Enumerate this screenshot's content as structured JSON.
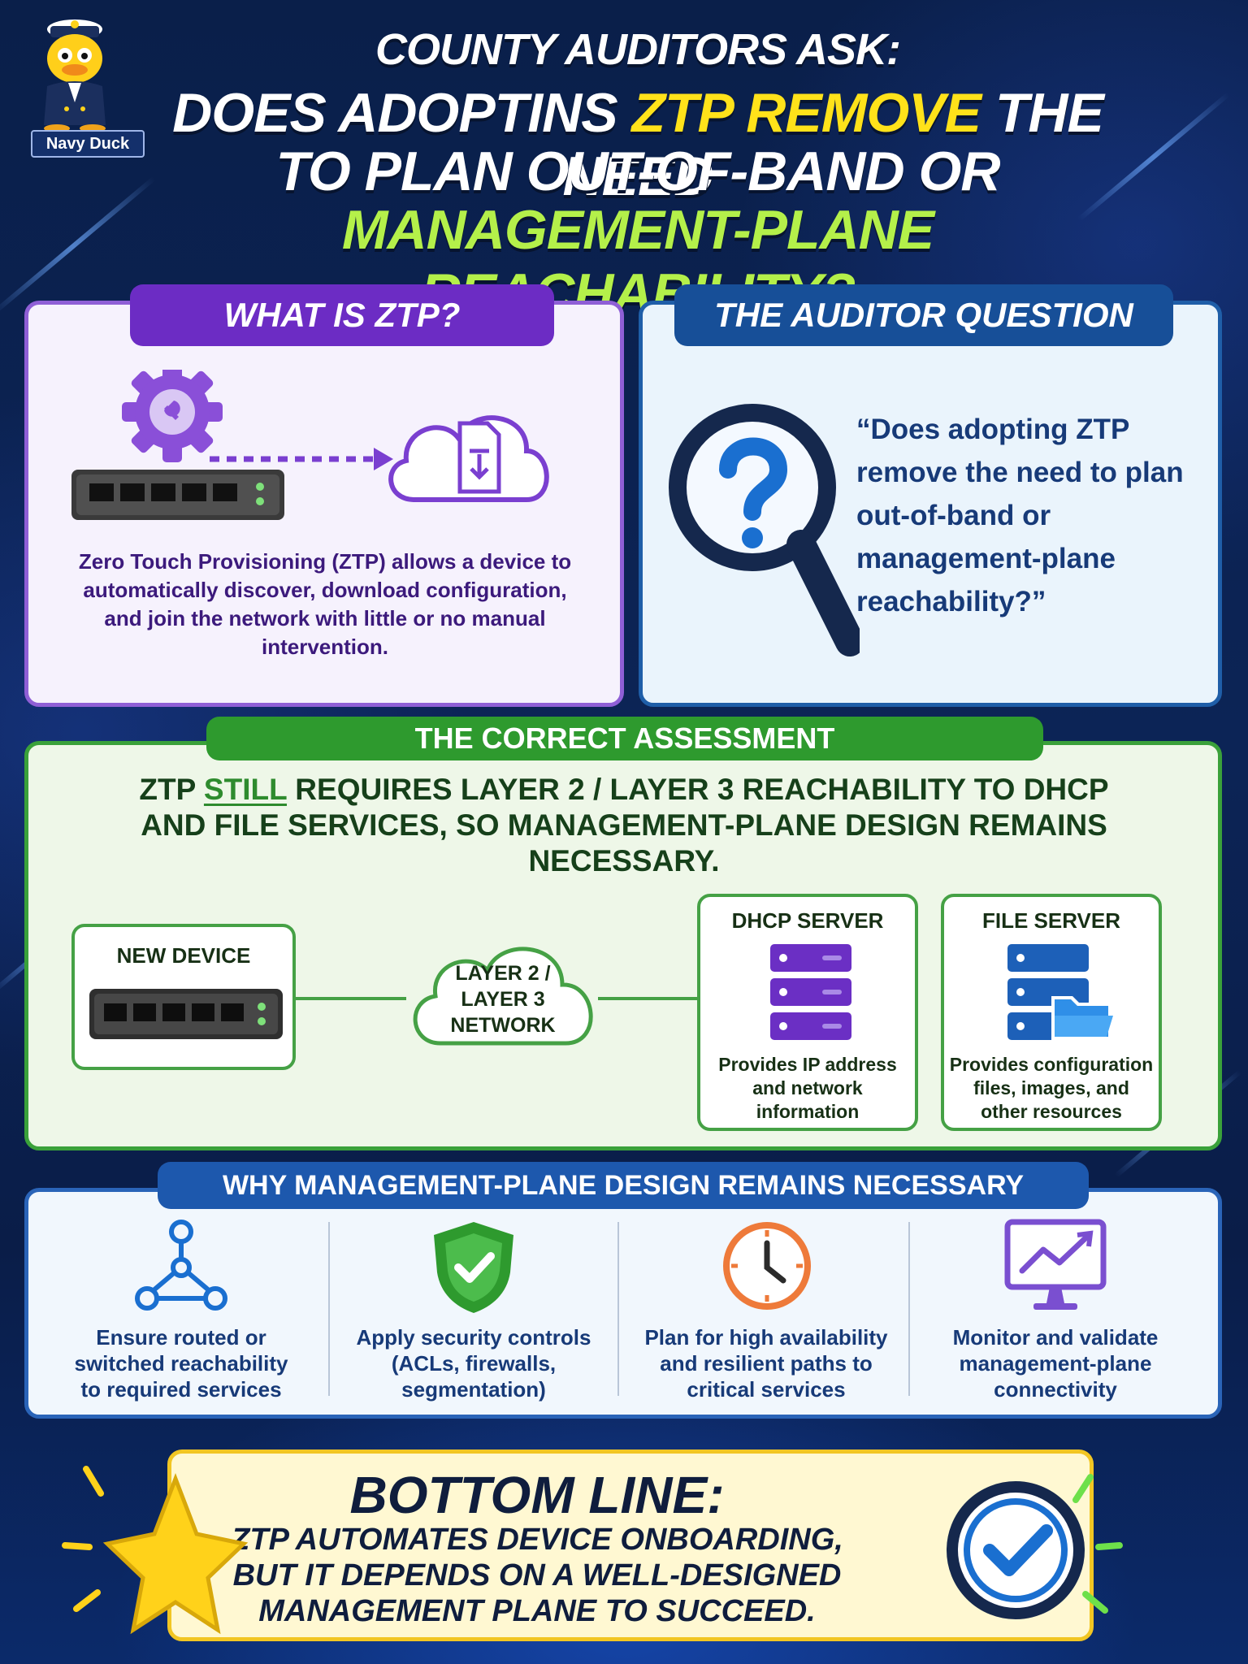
{
  "header": {
    "mascot_label": "Navy Duck",
    "kicker": "COUNTY AUDITORS ASK:",
    "line2_a": "DOES ADOPTINS ",
    "line2_hl": "ZTP REMOVE",
    "line2_b": " THE NEED",
    "line3": "TO PLAN OUT-OF-BAND OR",
    "line4": "MANAGEMENT-PLANE REACHABILITY?"
  },
  "what_is_ztp": {
    "title": "WHAT IS ZTP?",
    "description": "Zero Touch Provisioning (ZTP) allows a device to automatically discover, download configuration, and join the network with little or no manual intervention."
  },
  "auditor_question": {
    "title": "THE AUDITOR QUESTION",
    "quote": "“Does adopting ZTP remove the need to plan out-of-band or management-plane reachability?”"
  },
  "assessment": {
    "title": "THE CORRECT ASSESSMENT",
    "statement_a": "ZTP ",
    "statement_u": "STILL",
    "statement_b": " REQUIRES LAYER 2 / LAYER 3 REACHABILITY TO DHCP AND FILE SERVICES, SO MANAGEMENT-PLANE DESIGN REMAINS NECESSARY.",
    "new_device": "NEW DEVICE",
    "network_l1": "LAYER 2 /",
    "network_l2": "LAYER 3",
    "network_l3": "NETWORK",
    "dhcp_title": "DHCP SERVER",
    "dhcp_desc_1": "Provides IP address",
    "dhcp_desc_2": "and network",
    "dhcp_desc_3": "information",
    "file_title": "FILE SERVER",
    "file_desc_1": "Provides configuration",
    "file_desc_2": "files, images, and",
    "file_desc_3": "other resources"
  },
  "why": {
    "title": "WHY MANAGEMENT-PLANE DESIGN REMAINS NECESSARY",
    "items": [
      {
        "icon": "network-topology-icon",
        "l1": "Ensure routed or",
        "l2": "switched reachability",
        "l3": "to required services"
      },
      {
        "icon": "shield-check-icon",
        "l1": "Apply security controls",
        "l2": "(ACLs, firewalls,",
        "l3": "segmentation)"
      },
      {
        "icon": "clock-icon",
        "l1": "Plan for high availability",
        "l2": "and resilient paths to",
        "l3": "critical services"
      },
      {
        "icon": "monitor-chart-icon",
        "l1": "Monitor and validate",
        "l2": "management-plane",
        "l3": "connectivity"
      }
    ]
  },
  "bottom_line": {
    "title": "BOTTOM LINE:",
    "l1": "ZTP AUTOMATES DEVICE ONBOARDING,",
    "l2": "BUT IT DEPENDS ON A WELL-DESIGNED",
    "l3": "MANAGEMENT PLANE TO SUCCEED."
  },
  "colors": {
    "purple": "#6c2cc4",
    "blue": "#174f98",
    "green": "#2e9a2e",
    "yellow": "#ffe21a",
    "lime": "#b4f04a"
  }
}
